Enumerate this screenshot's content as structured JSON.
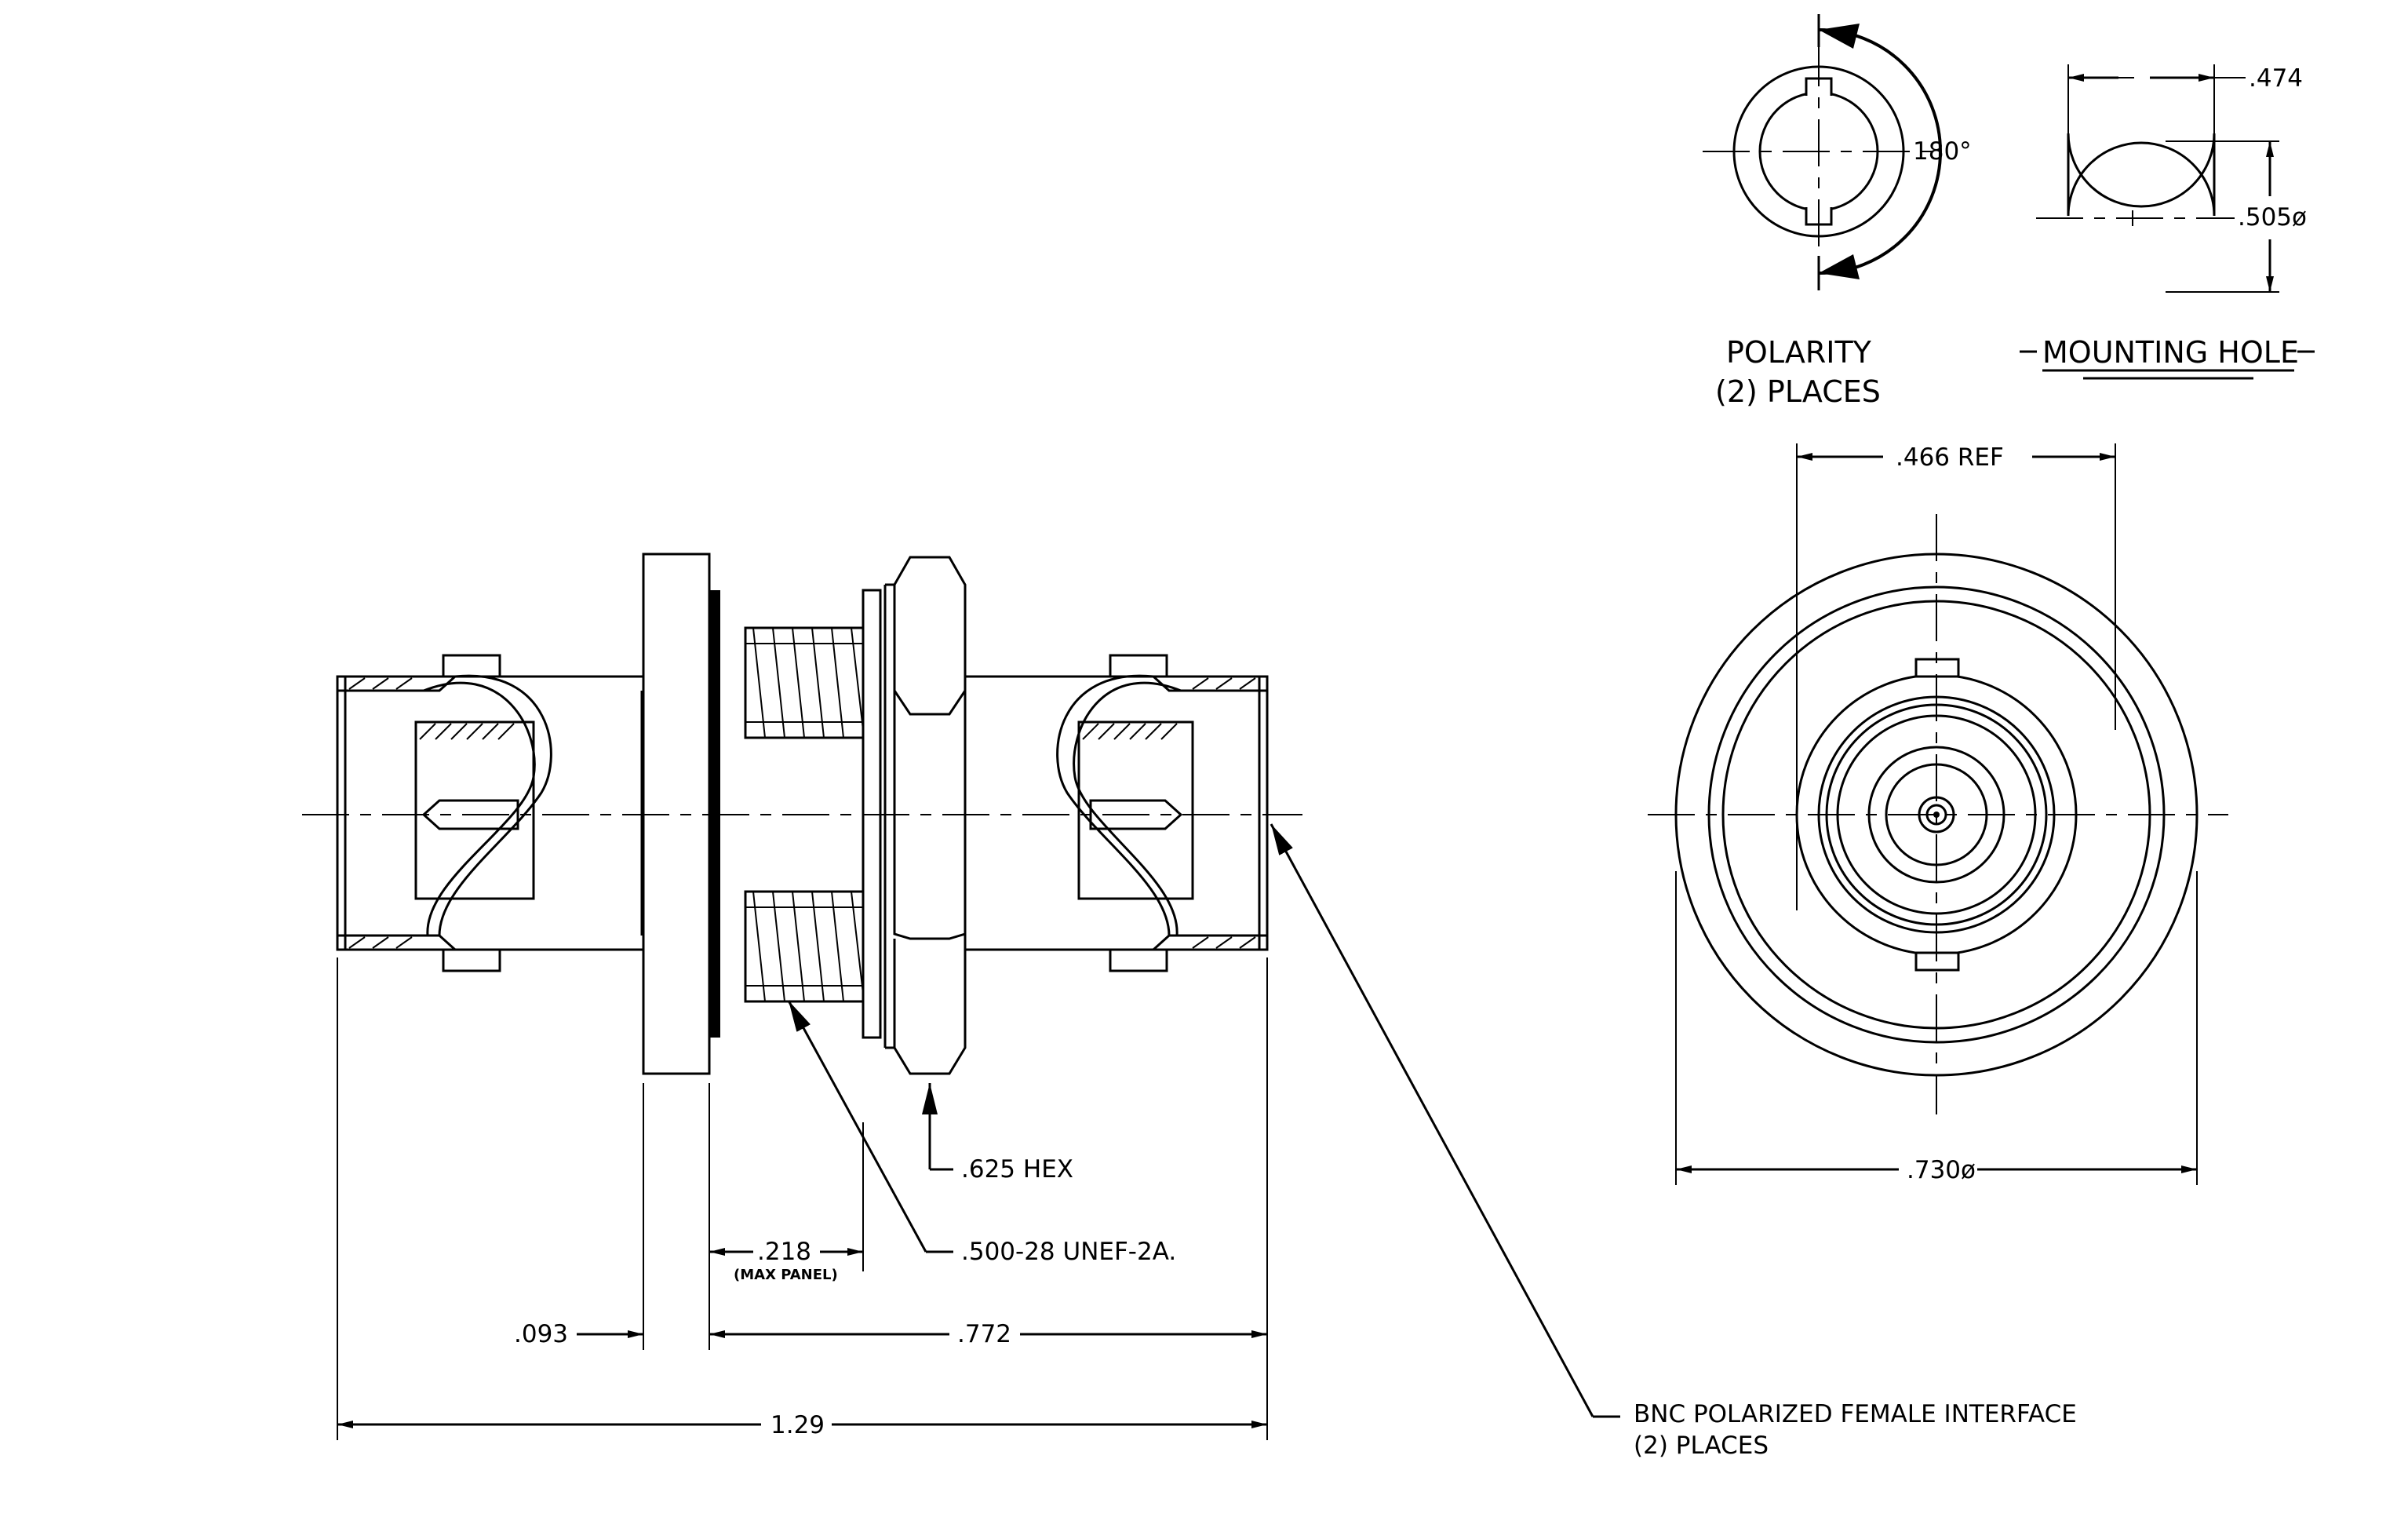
{
  "views": {
    "polarity": {
      "title_line1": "POLARITY",
      "title_line2": "(2) PLACES",
      "angle": "180°"
    },
    "mounting_hole": {
      "title": "MOUNTING HOLE",
      "width_dim": ".474",
      "diameter_dim": ".505ø"
    },
    "end_view": {
      "ref_dim": ".466 REF",
      "diameter_dim": ".730ø"
    },
    "side_view": {
      "hex_dim": ".625 HEX",
      "thread_dim": ".500-28 UNEF-2A.",
      "panel_dim": ".218",
      "panel_note": "(MAX PANEL)",
      "flange_dim": ".093",
      "body_dim": ".772",
      "overall_dim": "1.29"
    }
  },
  "callout": {
    "line1": "BNC POLARIZED FEMALE INTERFACE",
    "line2": "(2)  PLACES"
  }
}
